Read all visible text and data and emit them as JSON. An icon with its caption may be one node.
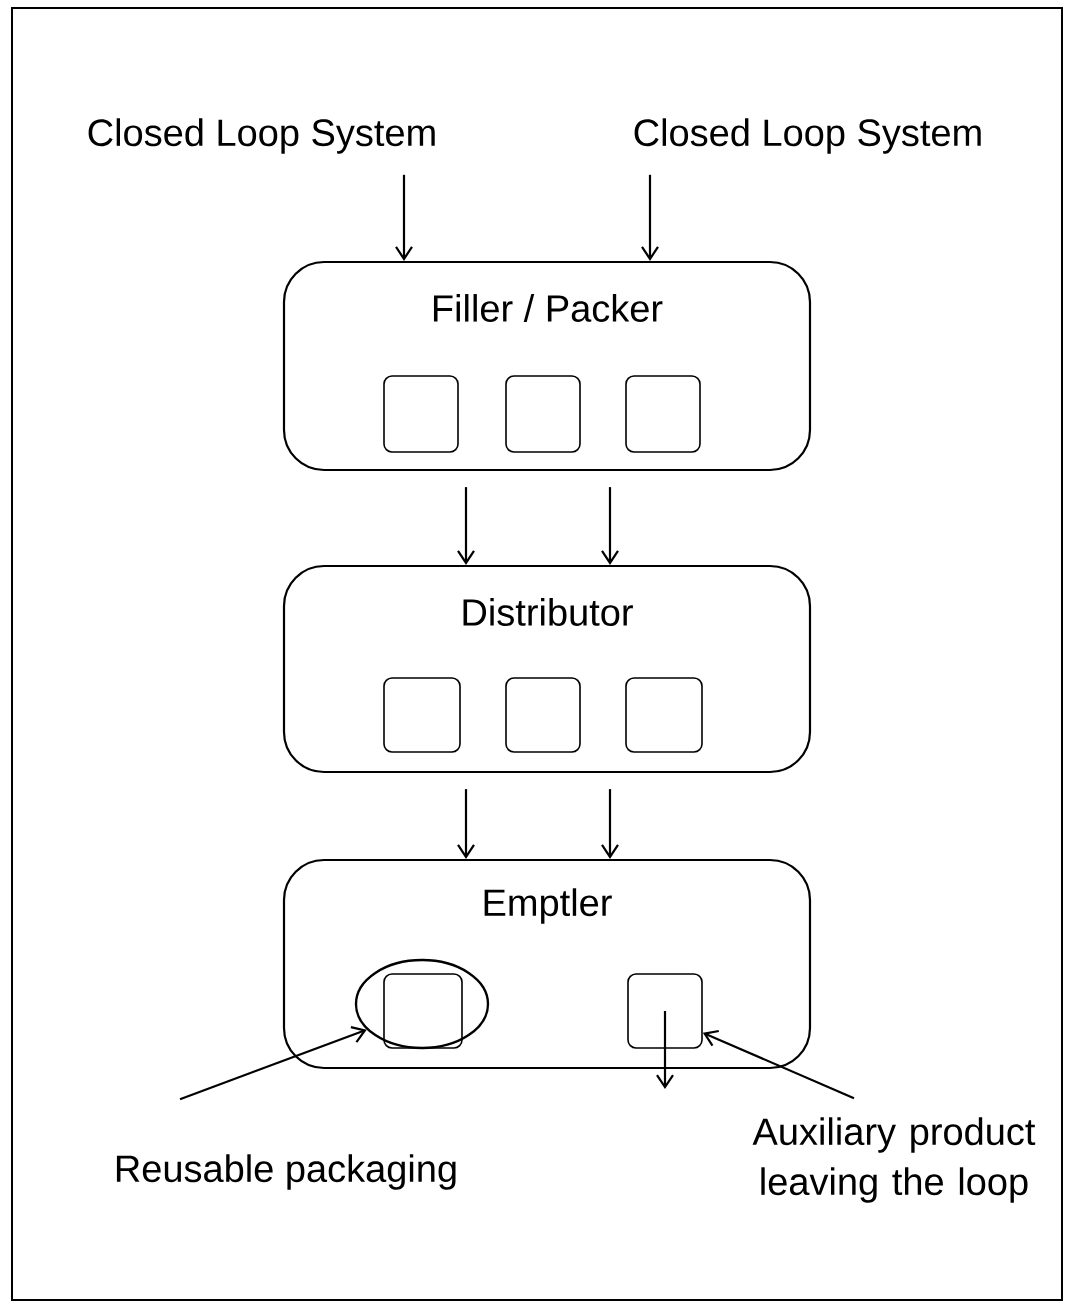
{
  "diagram": {
    "nodes": [
      {
        "text": [
          "Closed Loop System"
        ]
      },
      {
        "text": [
          "Closed Loop System"
        ]
      },
      {
        "text": [
          "Filler / Packer"
        ]
      },
      {
        "text": [],
        "shape": "box",
        "in": 2
      },
      {
        "text": [],
        "shape": "box",
        "in": 2
      },
      {
        "text": [],
        "shape": "box",
        "in": 2
      },
      {
        "text": [
          "Distributor"
        ]
      },
      {
        "text": [],
        "shape": "box",
        "in": 6
      },
      {
        "text": [],
        "shape": "box",
        "in": 6
      },
      {
        "text": [],
        "shape": "box",
        "in": 6
      },
      {
        "text": [
          "Emptler"
        ]
      },
      {
        "text": [],
        "shape": "ellipse",
        "in": 10
      },
      {
        "text": [],
        "shape": "box",
        "in": 11
      },
      {
        "text": [],
        "shape": "box",
        "in": 10
      },
      {
        "text": [
          "Reusable packaging"
        ]
      },
      {
        "text": [
          "Auxiliary product leaving the loop"
        ]
      }
    ],
    "edges": [
      {
        "from": 0,
        "to": 2,
        "arrow": "to"
      },
      {
        "from": 1,
        "to": 2,
        "arrow": "to"
      },
      {
        "from": 2,
        "to": 6,
        "arrow": "to"
      },
      {
        "from": 2,
        "to": 6,
        "arrow": "to"
      },
      {
        "from": 6,
        "to": 10,
        "arrow": "to"
      },
      {
        "from": 6,
        "to": 10,
        "arrow": "to"
      },
      {
        "from": 13,
        "to": null,
        "arrow": "to"
      },
      {
        "from": 14,
        "to": 11,
        "arrow": "to"
      },
      {
        "from": 15,
        "to": 13,
        "arrow": "to"
      }
    ]
  }
}
